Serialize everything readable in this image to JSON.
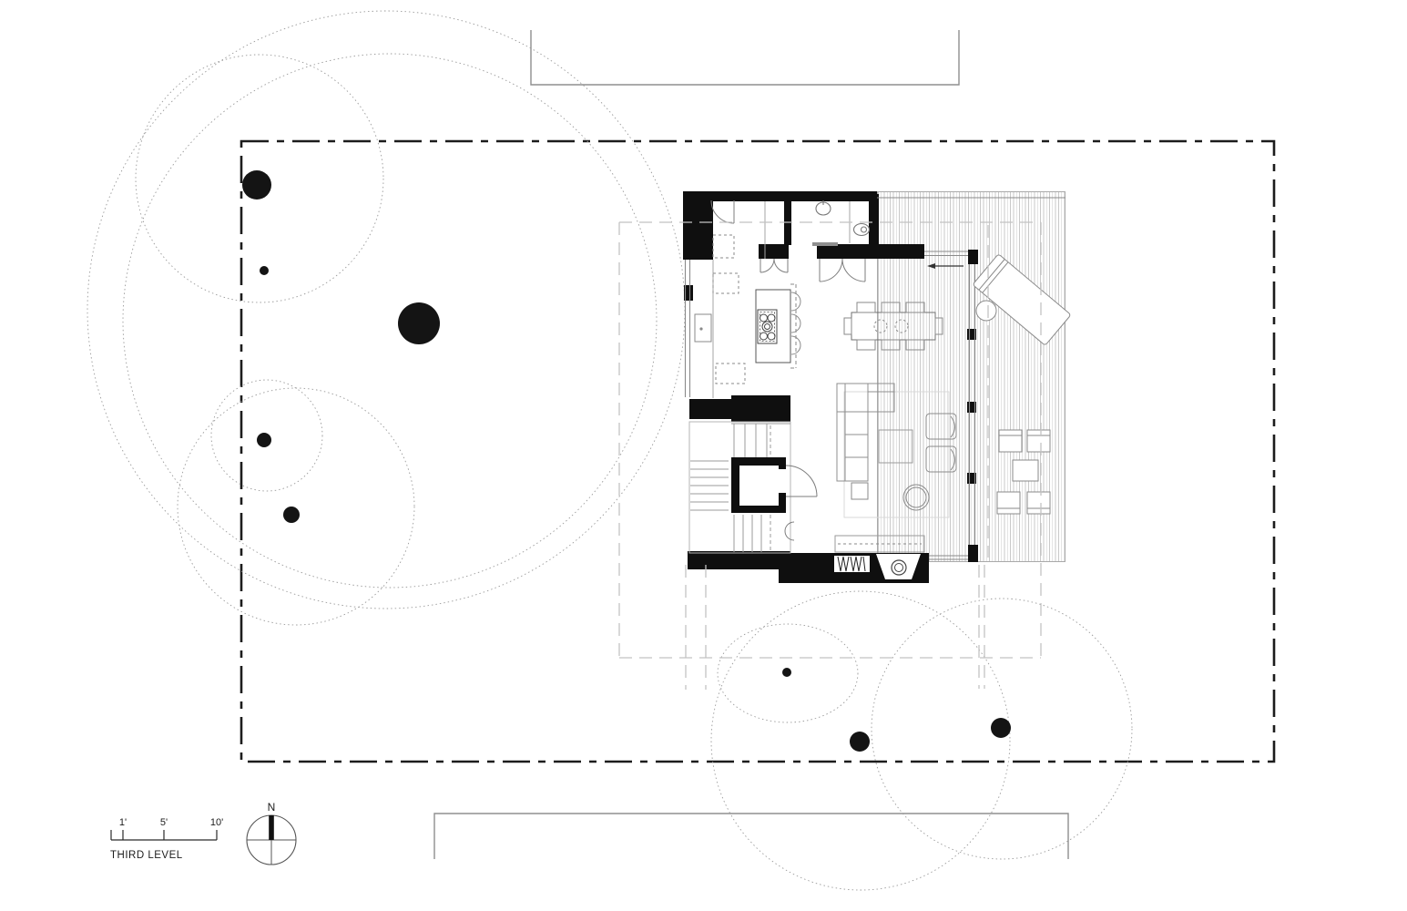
{
  "drawing": {
    "type": "architectural-floor-plan",
    "level_label": "THIRD LEVEL"
  },
  "scale_bar": {
    "ticks": [
      "1'",
      "5'",
      "10'"
    ],
    "label": "THIRD LEVEL"
  },
  "compass": {
    "label": "N"
  },
  "icons": {
    "north_arrow": "north-arrow-icon",
    "tree_canopy": "tree-canopy-circle",
    "tree_trunk": "tree-trunk-dot"
  },
  "colors": {
    "paper": "#ffffff",
    "ink": "#1c1c1c",
    "wall": "#0f0f0f",
    "line": "#8f8f8f",
    "furn": "#8a8a8a",
    "dash": "#c2c2c2",
    "dot": "#9a9a9a"
  }
}
